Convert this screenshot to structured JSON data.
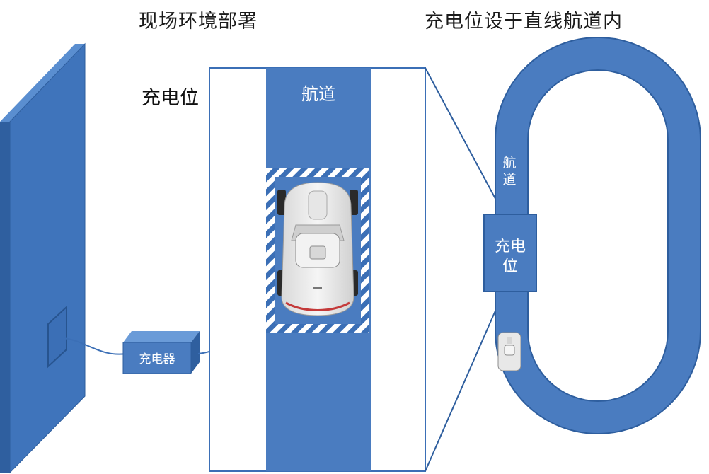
{
  "captions": {
    "left": "现场环境部署",
    "right": "充电位设于直线航道内"
  },
  "labels": {
    "charging_spot_left": "充电位",
    "lane_main": "航道",
    "lane_loop_char1": "航",
    "lane_loop_char2": "道",
    "charging_spot_right_line1": "充电",
    "charging_spot_right_line2": "位",
    "charger": "充电器"
  },
  "colors": {
    "blue": "#4a7cc0",
    "blue_dark": "#2e5e9e",
    "stripe": "#ffffff"
  }
}
